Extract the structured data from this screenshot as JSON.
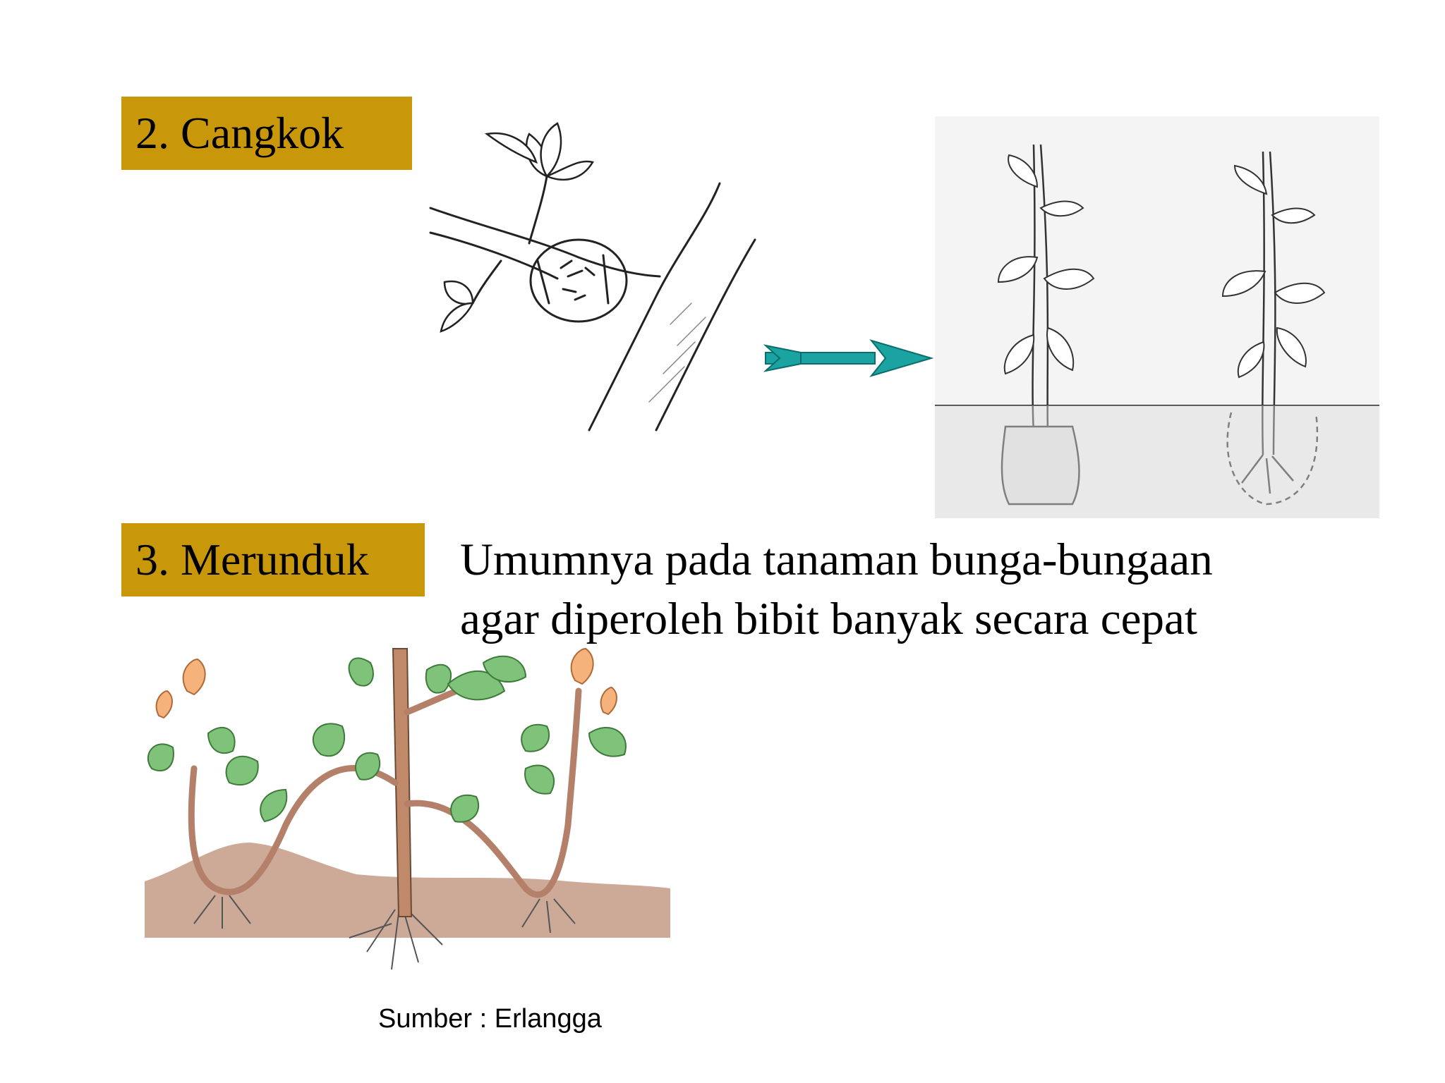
{
  "sections": {
    "cangkok": {
      "label": "2. Cangkok"
    },
    "merunduk": {
      "label": "3. Merunduk",
      "description_lines": [
        "Umumnya pada tanaman bunga-bungaan",
        "agar diperoleh bibit banyak secara cepat"
      ]
    }
  },
  "source": "Sumber : Erlangga",
  "icons": {
    "arrow": "right-arrow-icon"
  },
  "colors": {
    "label_bg": "#c9980a",
    "arrow": "#1aa3a0",
    "leaf": "#7fc27a",
    "soil": "#c49a86"
  }
}
